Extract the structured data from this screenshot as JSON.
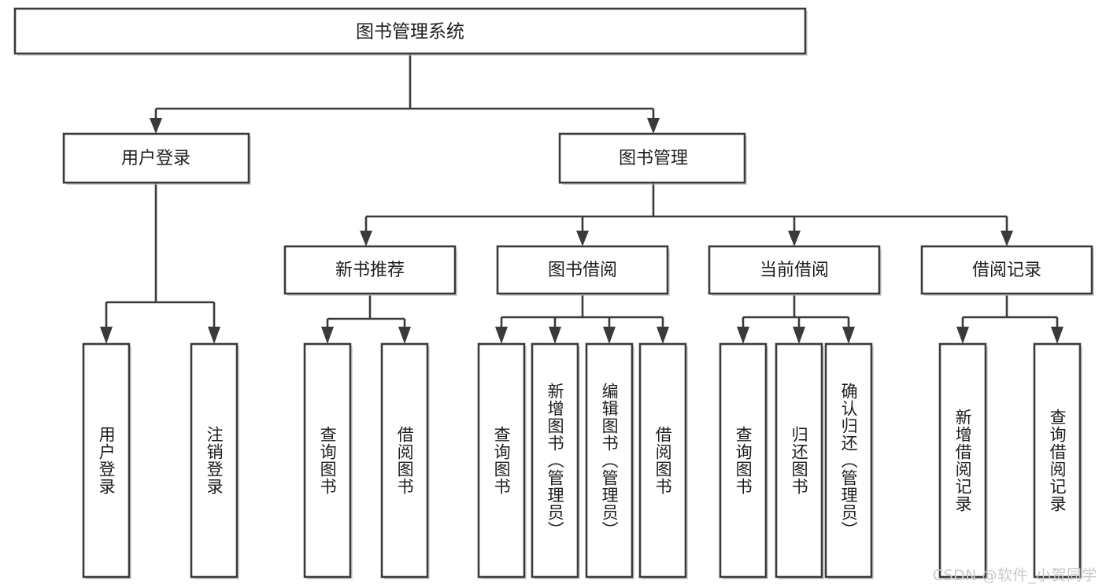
{
  "diagram": {
    "type": "tree-hierarchy",
    "title_node": {
      "id": "root",
      "label": "图书管理系统"
    },
    "level2": [
      {
        "id": "user-login",
        "label": "用户登录"
      },
      {
        "id": "book-management",
        "label": "图书管理"
      }
    ],
    "level3": [
      {
        "id": "new-book-recommend",
        "label": "新书推荐",
        "parent": "book-management"
      },
      {
        "id": "book-borrow",
        "label": "图书借阅",
        "parent": "book-management"
      },
      {
        "id": "current-borrow",
        "label": "当前借阅",
        "parent": "book-management"
      },
      {
        "id": "borrow-record",
        "label": "借阅记录",
        "parent": "book-management"
      }
    ],
    "leaves": [
      {
        "id": "leaf-user-login",
        "label": "用户登录",
        "parent": "user-login"
      },
      {
        "id": "leaf-logout-login",
        "label": "注销登录",
        "parent": "user-login"
      },
      {
        "id": "leaf-query-book-1",
        "label": "查询图书",
        "parent": "new-book-recommend"
      },
      {
        "id": "leaf-borrow-book-1",
        "label": "借阅图书",
        "parent": "new-book-recommend"
      },
      {
        "id": "leaf-query-book-2",
        "label": "查询图书",
        "parent": "book-borrow"
      },
      {
        "id": "leaf-add-book",
        "label": "新增图书（管理员）",
        "parent": "book-borrow"
      },
      {
        "id": "leaf-edit-book",
        "label": "编辑图书（管理员）",
        "parent": "book-borrow"
      },
      {
        "id": "leaf-borrow-book-2",
        "label": "借阅图书",
        "parent": "book-borrow"
      },
      {
        "id": "leaf-query-book-3",
        "label": "查询图书",
        "parent": "current-borrow"
      },
      {
        "id": "leaf-return-book",
        "label": "归还图书",
        "parent": "current-borrow"
      },
      {
        "id": "leaf-confirm-return",
        "label": "确认归还（管理员）",
        "parent": "current-borrow"
      },
      {
        "id": "leaf-add-record",
        "label": "新增借阅记录",
        "parent": "borrow-record"
      },
      {
        "id": "leaf-query-record",
        "label": "查询借阅记录",
        "parent": "borrow-record"
      }
    ],
    "colors": {
      "box_stroke": "#3a3a3a",
      "box_fill": "#ffffff",
      "text": "#1d1d1d",
      "watermark": "#c9c9c9",
      "background": "#ffffff"
    }
  },
  "watermark": {
    "text": "CSDN @软件_小贺同学"
  }
}
